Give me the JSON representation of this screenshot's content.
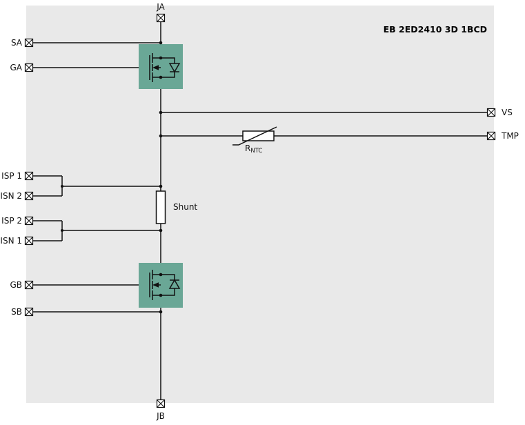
{
  "title": "EB 2ED2410 3D 1BCD",
  "colors": {
    "background": "#e9e9e9",
    "mosfet_highlight": "#6aa796",
    "wire": "#111111"
  },
  "terminals": {
    "ja": "JA",
    "sa": "SA",
    "ga": "GA",
    "isp1": "ISP 1",
    "isn2": "ISN 2",
    "isp2": "ISP 2",
    "isn1": "ISN 1",
    "gb": "GB",
    "sb": "SB",
    "jb": "JB",
    "vs": "VS",
    "tmp": "TMP"
  },
  "components": {
    "shunt_label": "Shunt",
    "ntc_label": "R",
    "ntc_label_sub": "NTC"
  }
}
